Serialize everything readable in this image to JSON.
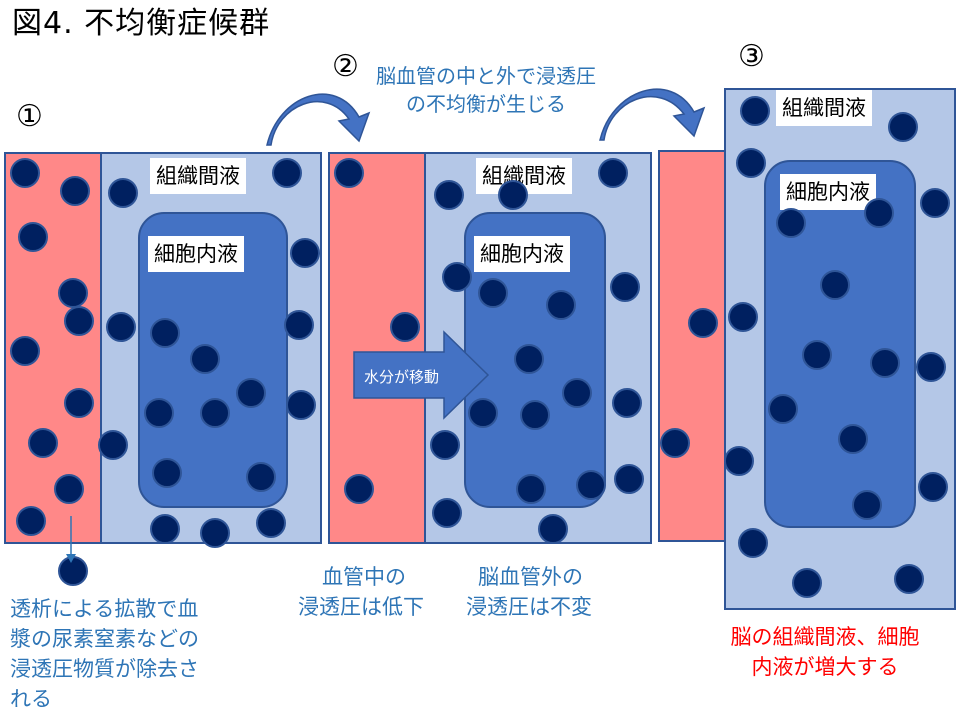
{
  "title": "図4. 不均衡症候群",
  "steps": {
    "s1": "①",
    "s2": "②",
    "s3": "③"
  },
  "labels": {
    "interstitial": "組織間液",
    "intracellular": "細胞内液",
    "water_move": "水分が移動"
  },
  "notes": {
    "top_line1": "脳血管の中と外で浸透圧",
    "top_line2": "の不均衡が生じる",
    "left_line1": "透析による拡散で血",
    "left_line2": "漿の尿素窒素などの",
    "left_line3": "浸透圧物質が除去さ",
    "left_line4": "れる",
    "mid1_line1": "血管中の",
    "mid1_line2": "浸透圧は低下",
    "mid2_line1": "脳血管外の",
    "mid2_line2": "浸透圧は不変",
    "right_line1": "脳の組織間液、細胞",
    "right_line2": "内液が増大する"
  },
  "colors": {
    "blood": "#FF8888",
    "tissue": "#B4C7E7",
    "cell": "#4472C4",
    "molecule": "#002060",
    "border": "#2F5597",
    "note_blue": "#2E75B6",
    "note_red": "#FF0000"
  }
}
